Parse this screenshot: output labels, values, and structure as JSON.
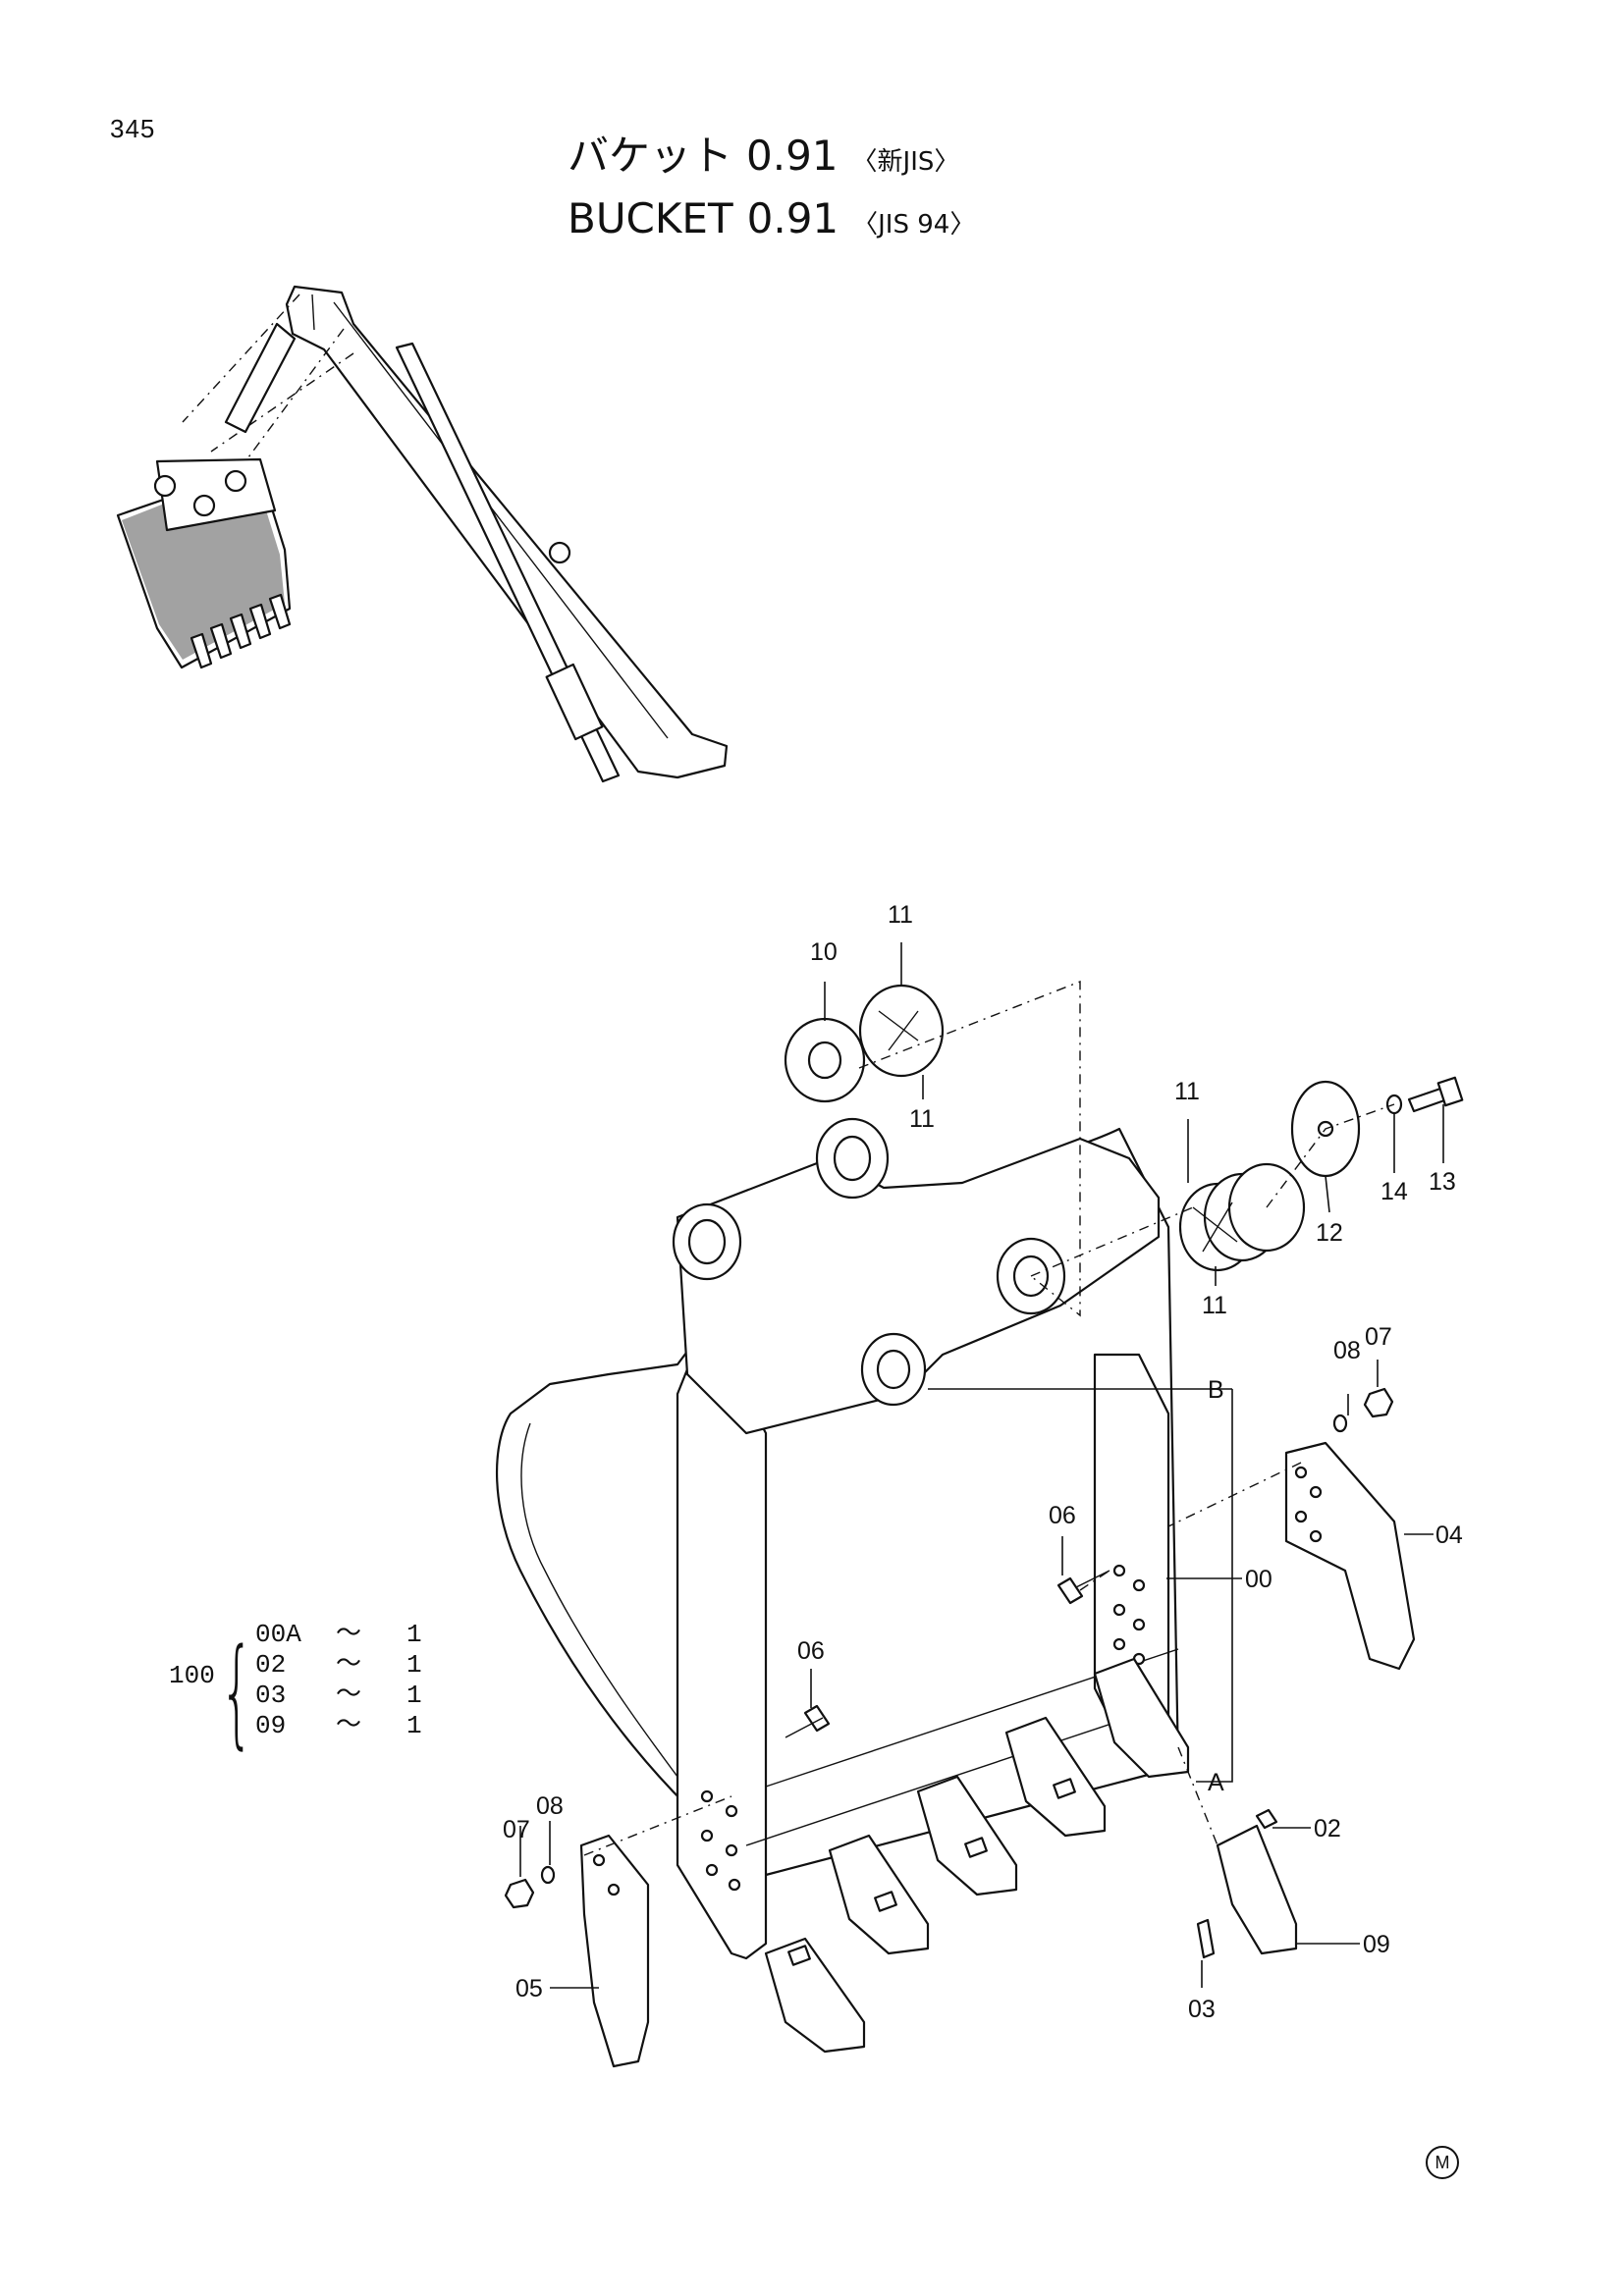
{
  "page_number": "345",
  "title": {
    "jp_name": "バケット",
    "jp_capacity": "0.91",
    "jp_standard": "〈新JIS〉",
    "en_name": "BUCKET",
    "en_capacity": "0.91",
    "en_standard": "〈JIS 94〉"
  },
  "callouts": {
    "c00": "00",
    "c02": "02",
    "c03": "03",
    "c04": "04",
    "c05": "05",
    "c06a": "06",
    "c06b": "06",
    "c07a": "07",
    "c07b": "07",
    "c08a": "08",
    "c08b": "08",
    "c09": "09",
    "c10": "10",
    "c11a": "11",
    "c11b": "11",
    "c11c": "11",
    "c11d": "11",
    "c12": "12",
    "c13": "13",
    "c14": "14",
    "ref_a": "A",
    "ref_b": "B"
  },
  "kit": {
    "parent": "100",
    "items": [
      {
        "code": "00A",
        "tilde": "〜",
        "qty": "1"
      },
      {
        "code": "02",
        "tilde": "〜",
        "qty": "1"
      },
      {
        "code": "03",
        "tilde": "〜",
        "qty": "1"
      },
      {
        "code": "09",
        "tilde": "〜",
        "qty": "1"
      }
    ]
  },
  "corner_mark": "M"
}
